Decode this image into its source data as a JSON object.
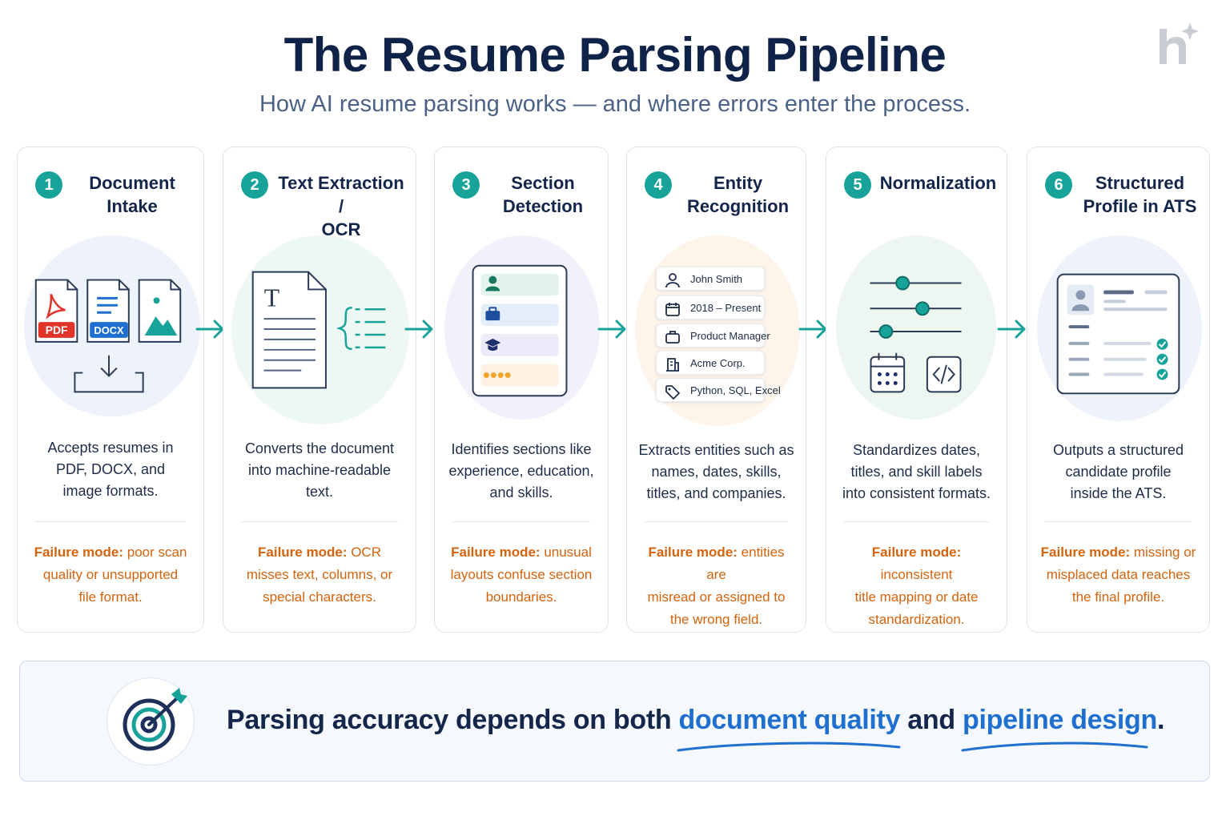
{
  "header": {
    "title": "The Resume Parsing Pipeline",
    "subtitle": "How AI resume parsing works — and where errors enter the process.",
    "logo_icon": "h-sparkle-logo"
  },
  "colors": {
    "accent_teal": "#17a29a",
    "failure_orange": "#d4630e",
    "highlight_blue": "#1f6fd1",
    "navy": "#0f2248"
  },
  "failure_label": "Failure mode:",
  "stages": [
    {
      "number": "1",
      "title_lines": [
        "Document",
        "Intake"
      ],
      "file_badges": [
        "PDF",
        "DOCX"
      ],
      "desc_lines": [
        "Accepts resumes in",
        "PDF, DOCX, and",
        "image formats."
      ],
      "fail_lines": [
        " poor scan",
        "quality or unsupported",
        "file format."
      ]
    },
    {
      "number": "2",
      "title_lines": [
        "Text Extraction /",
        "OCR"
      ],
      "doc_glyph": "T",
      "desc_lines": [
        "Converts the document",
        "into machine-readable",
        "text."
      ],
      "fail_lines": [
        " OCR",
        "misses text, columns, or",
        "special characters."
      ]
    },
    {
      "number": "3",
      "title_lines": [
        "Section",
        "Detection"
      ],
      "desc_lines": [
        "Identifies sections like",
        "experience, education,",
        "and skills."
      ],
      "fail_lines": [
        " unusual",
        "layouts confuse section",
        "boundaries."
      ]
    },
    {
      "number": "4",
      "title_lines": [
        "Entity",
        "Recognition"
      ],
      "entities": [
        "John Smith",
        "2018 – Present",
        "Product Manager",
        "Acme Corp.",
        "Python, SQL, Excel"
      ],
      "desc_lines": [
        "Extracts entities such as",
        "names, dates, skills,",
        "titles, and companies."
      ],
      "fail_lines": [
        " entities are",
        "misread or assigned to",
        "the wrong field."
      ]
    },
    {
      "number": "5",
      "title_lines": [
        "Normalization"
      ],
      "desc_lines": [
        "Standardizes dates,",
        "titles, and skill labels",
        "into consistent formats."
      ],
      "fail_lines": [
        " inconsistent",
        "title mapping or date",
        "standardization."
      ]
    },
    {
      "number": "6",
      "title_lines": [
        "Structured",
        "Profile in ATS"
      ],
      "desc_lines": [
        "Outputs a structured",
        "candidate profile",
        "inside the ATS."
      ],
      "fail_lines": [
        " missing or",
        "misplaced data reaches",
        "the final profile."
      ]
    }
  ],
  "banner": {
    "icon": "target-icon",
    "lead": "Parsing accuracy depends on both ",
    "highlight_1": "document quality",
    "middle": " and ",
    "highlight_2": "pipeline design",
    "end": "."
  }
}
